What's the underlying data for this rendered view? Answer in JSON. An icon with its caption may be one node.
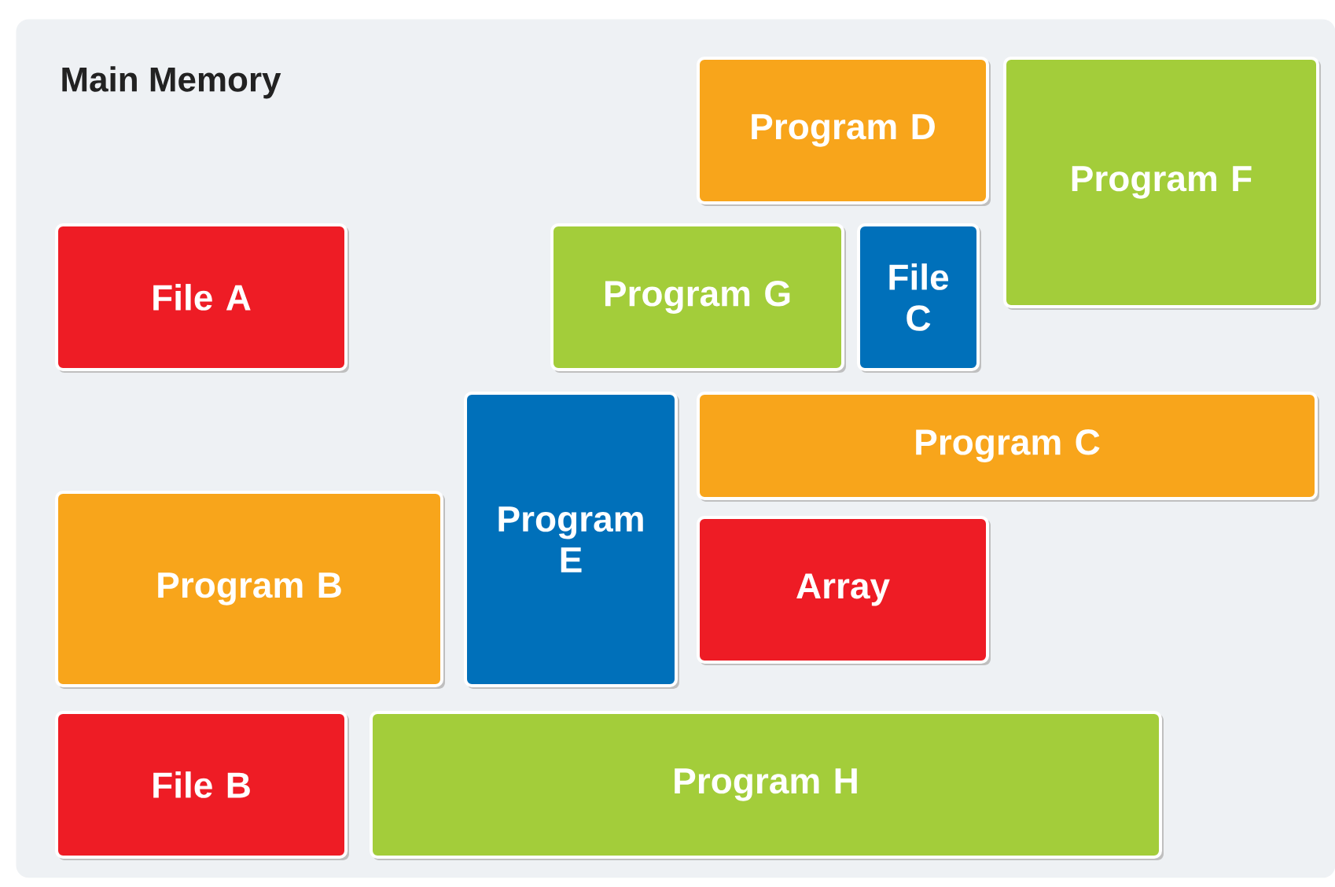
{
  "diagram": {
    "nodes": [
      {
        "text": [
          "Main Memory"
        ]
      },
      {
        "text": [
          "Program D"
        ],
        "in": 0
      },
      {
        "text": [
          "Program F"
        ],
        "in": 0
      },
      {
        "text": [
          "File A"
        ],
        "in": 0
      },
      {
        "text": [
          "Program G"
        ],
        "in": 0
      },
      {
        "text": [
          "File C"
        ],
        "in": 0
      },
      {
        "text": [
          "Program E"
        ],
        "in": 0
      },
      {
        "text": [
          "Program C"
        ],
        "in": 0
      },
      {
        "text": [
          "Program B"
        ],
        "in": 0
      },
      {
        "text": [
          "Array"
        ],
        "in": 0
      },
      {
        "text": [
          "File B"
        ],
        "in": 0
      },
      {
        "text": [
          "Program H"
        ],
        "in": 0
      }
    ]
  }
}
